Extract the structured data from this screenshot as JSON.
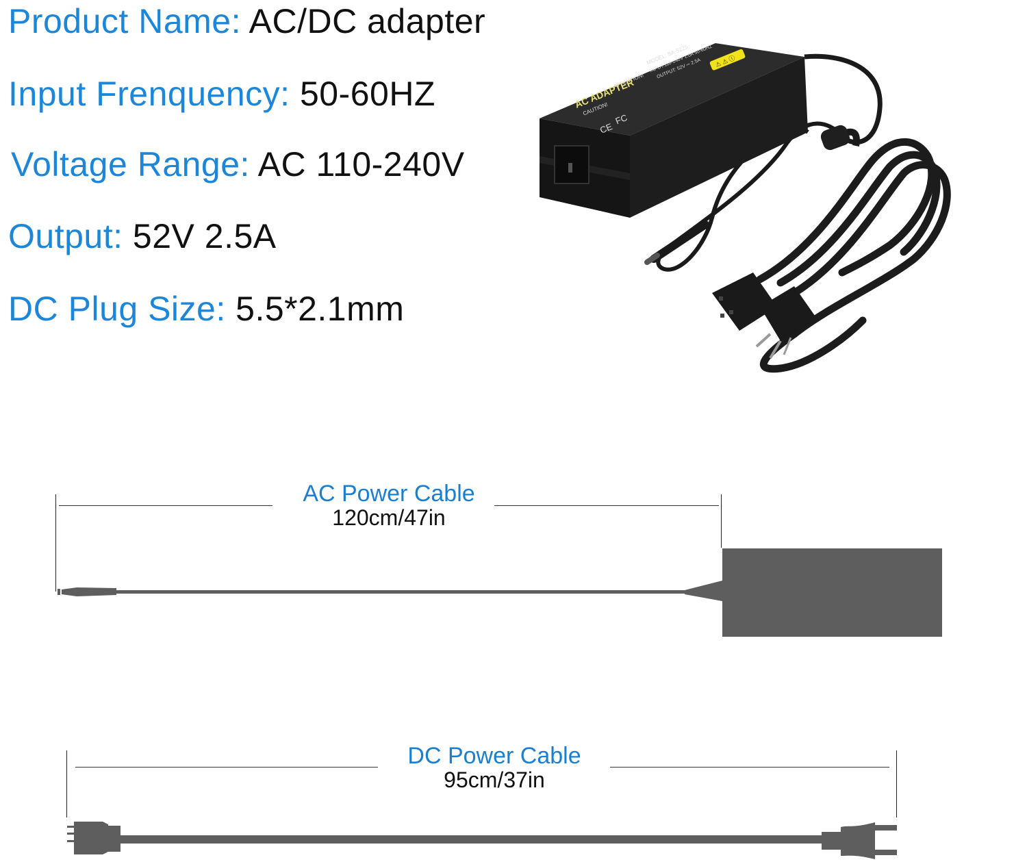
{
  "specs": [
    {
      "label": "Product Name:",
      "value": "AC/DC adapter"
    },
    {
      "label": "Input Frenquency:",
      "value": "50-60HZ"
    },
    {
      "label": "Voltage Range:",
      "value": "AC 110-240V"
    },
    {
      "label": "Output:",
      "value": "52V 2.5A"
    },
    {
      "label": "DC Plug Size:",
      "value": "5.5*2.1mm"
    }
  ],
  "adapter_label": {
    "title": "AC ADAPTER",
    "caution": "CAUTION!",
    "attention": "ATTENTION!",
    "model": "MODEL: SA-5225",
    "input": "INPUT:110-240V 1.0A 50-60HZ",
    "output": "OUTPUT: 52V ⎓ 2.5A",
    "certs": [
      "CE",
      "FC"
    ]
  },
  "cables": {
    "ac": {
      "title": "AC Power Cable",
      "length": "120cm/47in"
    },
    "dc": {
      "title": "DC Power Cable",
      "length": "95cm/37in"
    }
  },
  "colors": {
    "label_blue": "#1c86d8",
    "value_black": "#111111",
    "cable_gray": "#5e5e5e",
    "adapter_black": "#1d1d1d",
    "warning_yellow": "#f2e21a"
  }
}
